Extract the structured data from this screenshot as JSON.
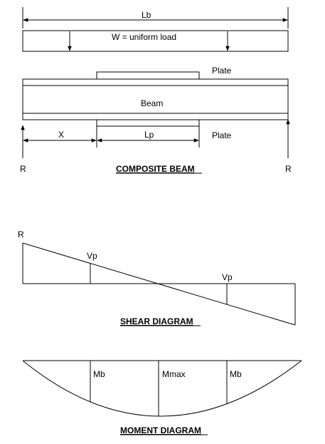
{
  "composite_beam": {
    "span_label": "Lb",
    "load_label": "W = uniform load",
    "plate_top_label": "Plate",
    "beam_label": "Beam",
    "plate_bottom_label": "Plate",
    "x_label": "X",
    "plate_length_label": "Lp",
    "reaction_left_label": "R",
    "reaction_right_label": "R",
    "title": "COMPOSITE BEAM"
  },
  "shear_diagram": {
    "reaction_label": "R",
    "vp_left_label": "Vp",
    "vp_right_label": "Vp",
    "title": "SHEAR DIAGRAM"
  },
  "moment_diagram": {
    "mb_left_label": "Mb",
    "mmax_label": "Mmax",
    "mb_right_label": "Mb",
    "title": "MOMENT DIAGRAM"
  }
}
